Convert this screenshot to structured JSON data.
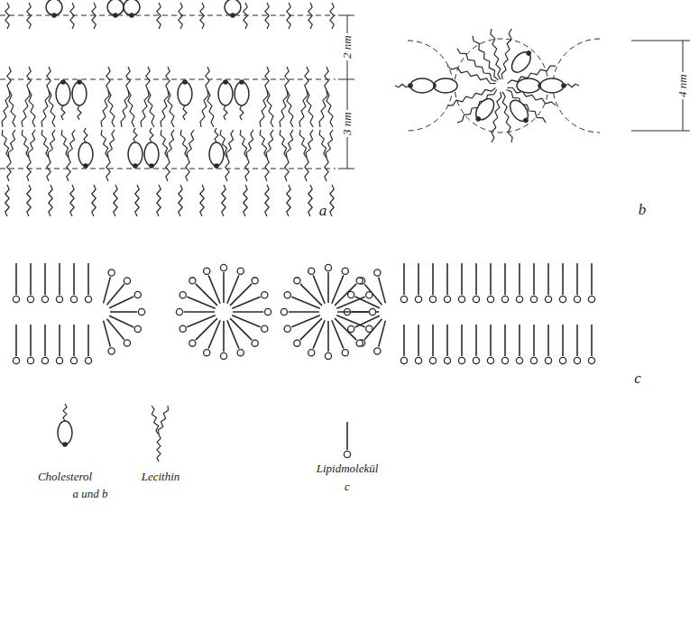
{
  "diagram": {
    "labels": [
      "2 nm",
      "3 nm",
      "a",
      "4 nm",
      "b",
      "c",
      "a und b",
      "c"
    ],
    "legend": [
      {
        "text": "Cholesterol"
      },
      {
        "text": "Lecithin"
      },
      {
        "text": "Lipidmolekül"
      }
    ]
  }
}
